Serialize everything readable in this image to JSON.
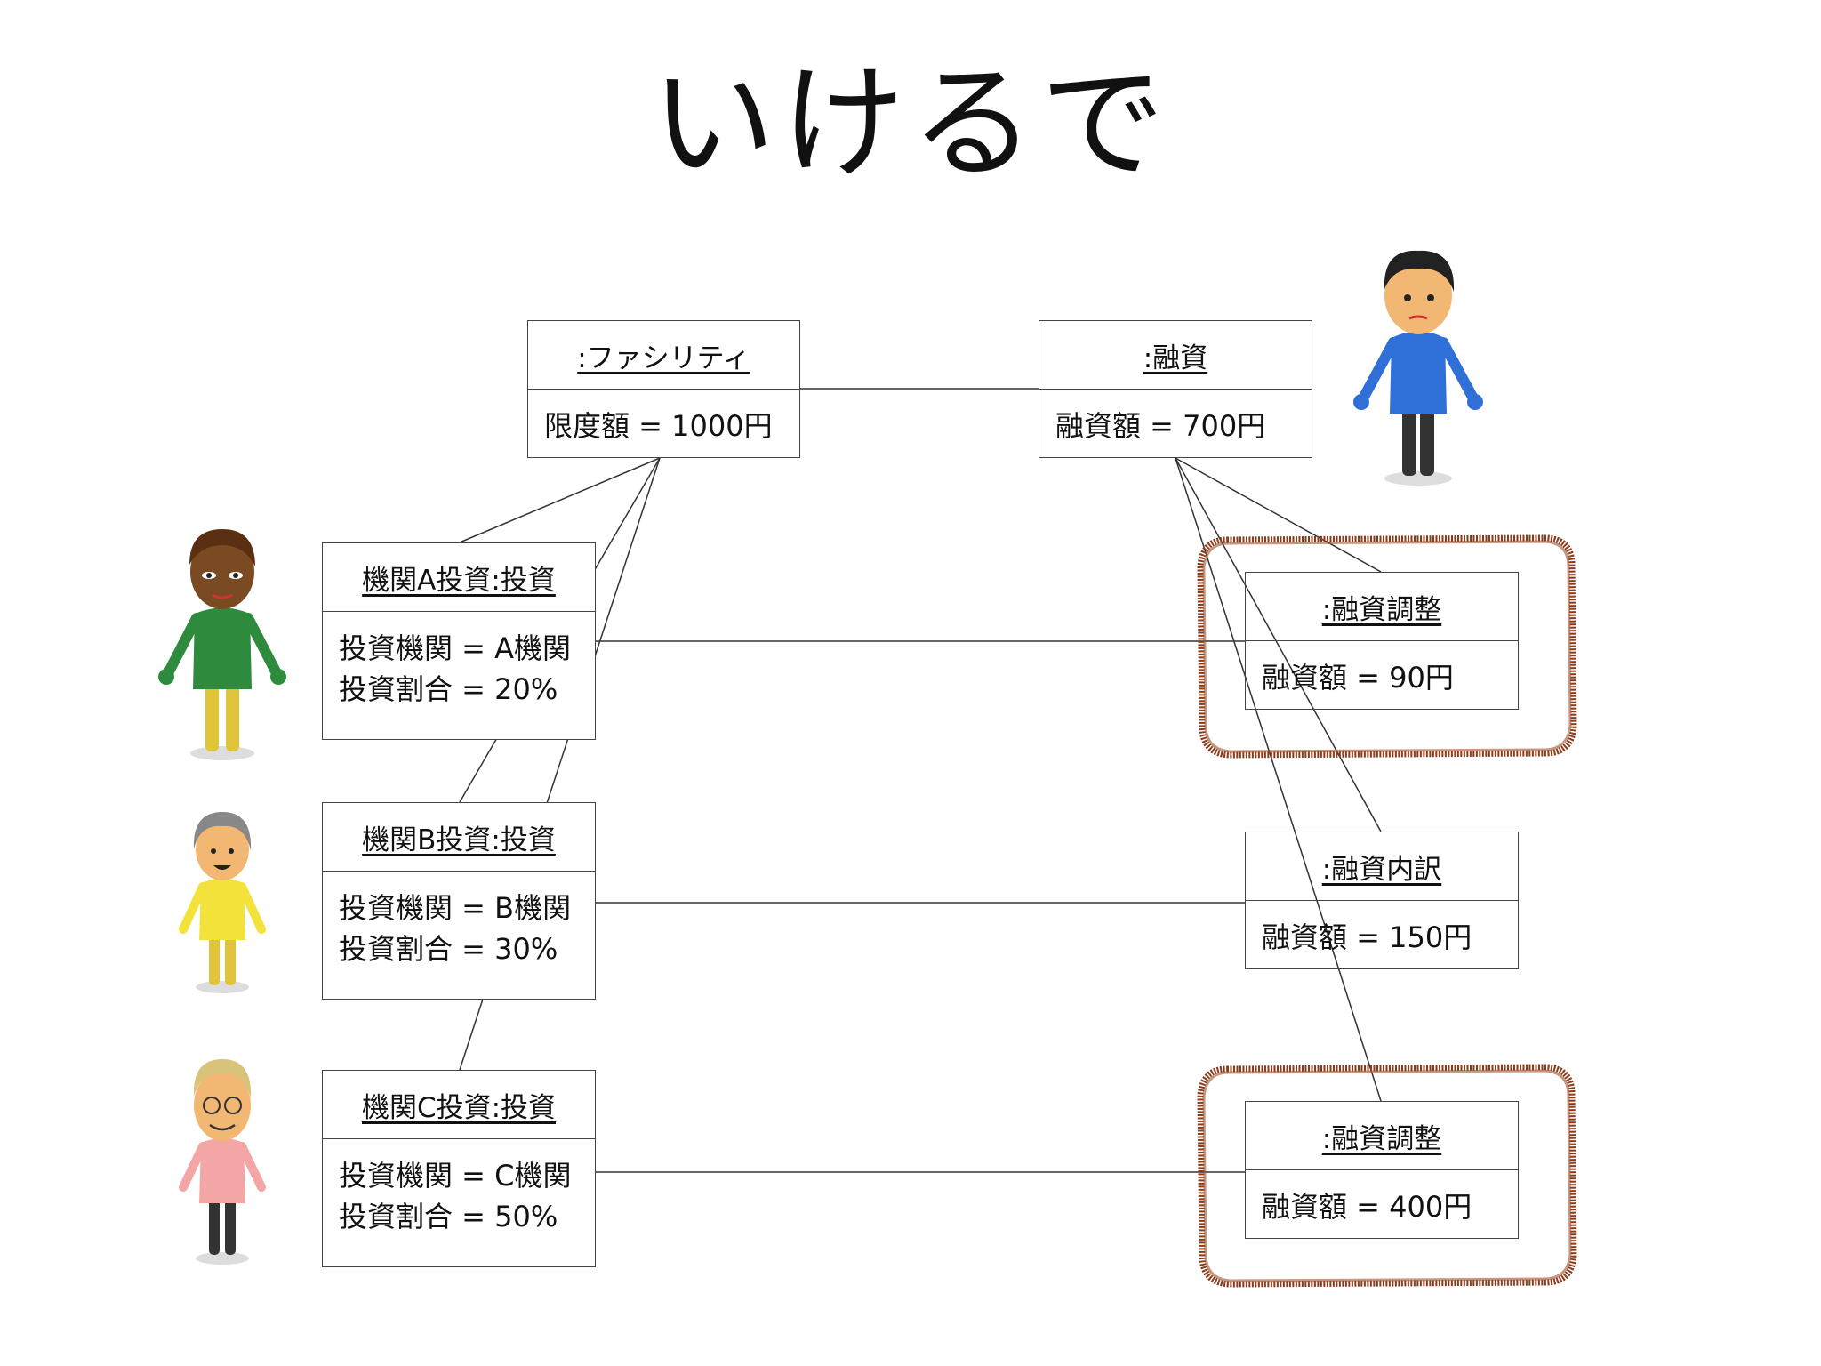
{
  "title": "いけるで",
  "facility": {
    "header": ":ファシリティ",
    "attr1": "限度額 = 1000円"
  },
  "loan": {
    "header": ":融資",
    "attr1": "融資額 = 700円"
  },
  "share_a": {
    "header": "機関A投資:投資",
    "attr1": "投資機関 = A機関",
    "attr2": "投資割合 = 20%"
  },
  "share_b": {
    "header": "機関B投資:投資",
    "attr1": "投資機関 = B機関",
    "attr2": "投資割合 = 30%"
  },
  "share_c": {
    "header": "機関C投資:投資",
    "attr1": "投資機関 = C機関",
    "attr2": "投資割合 = 50%"
  },
  "adjust_1": {
    "header": ":融資調整",
    "attr1": "融資額 = 90円"
  },
  "breakdown": {
    "header": ":融資内訳",
    "attr1": "融資額 = 150円"
  },
  "adjust_2": {
    "header": ":融資調整",
    "attr1": "融資額 = 400円"
  },
  "colors": {
    "highlight": "#8b3a1a",
    "line": "#333333",
    "border": "#444444"
  }
}
